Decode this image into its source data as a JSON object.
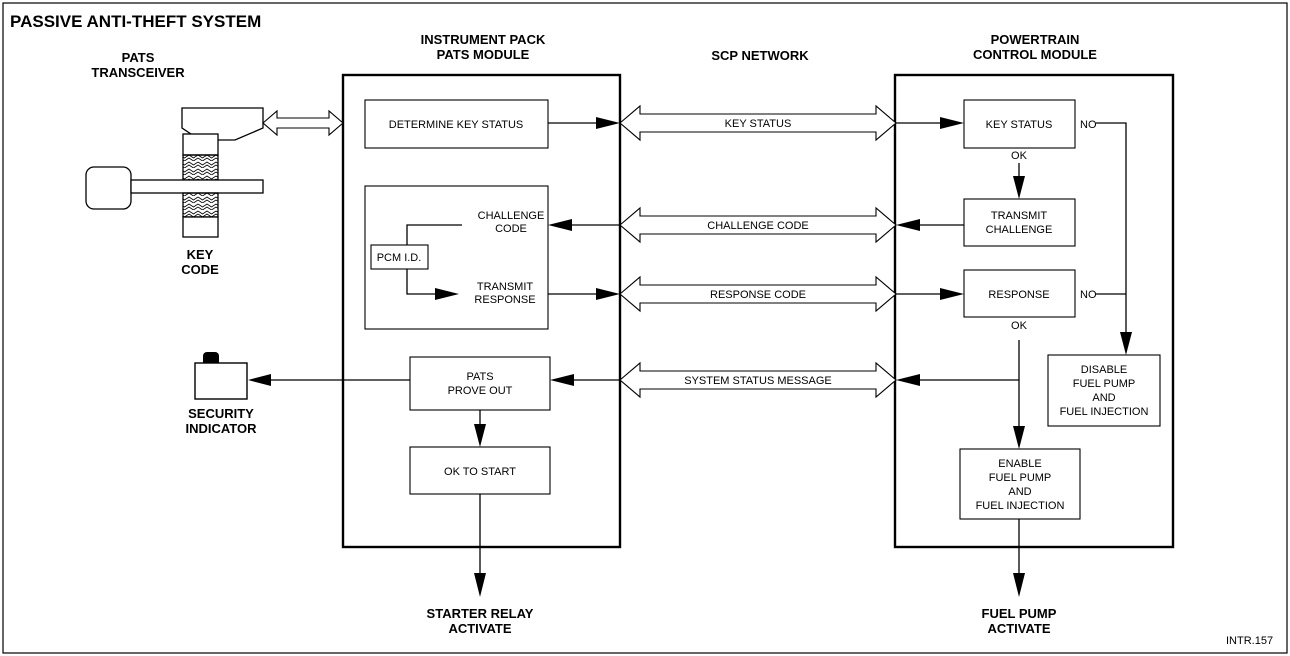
{
  "title": "PASSIVE ANTI-THEFT SYSTEM",
  "figure_ref": "INTR.157",
  "headings": {
    "transceiver": [
      "PATS",
      "TRANSCEIVER"
    ],
    "instrument_pack": [
      "INSTRUMENT PACK",
      "PATS MODULE"
    ],
    "scp_network": "SCP NETWORK",
    "pcm": [
      "POWERTRAIN",
      "CONTROL MODULE"
    ],
    "key_code": [
      "KEY",
      "CODE"
    ],
    "security_indicator": [
      "SECURITY",
      "INDICATOR"
    ],
    "starter_relay": [
      "STARTER RELAY",
      "ACTIVATE"
    ],
    "fuel_pump_activate": [
      "FUEL PUMP",
      "ACTIVATE"
    ]
  },
  "instrument_pack": {
    "determine_key_status": "DETERMINE KEY STATUS",
    "challenge_code": [
      "CHALLENGE",
      "CODE"
    ],
    "pcm_id": "PCM I.D.",
    "transmit_response": [
      "TRANSMIT",
      "RESPONSE"
    ],
    "pats_prove_out": [
      "PATS",
      "PROVE OUT"
    ],
    "ok_to_start": "OK TO START"
  },
  "network_messages": {
    "key_status": "KEY STATUS",
    "challenge_code": "CHALLENGE CODE",
    "response_code": "RESPONSE CODE",
    "system_status_message": "SYSTEM STATUS MESSAGE"
  },
  "pcm": {
    "key_status": "KEY STATUS",
    "transmit_challenge": [
      "TRANSMIT",
      "CHALLENGE"
    ],
    "response": "RESPONSE",
    "no_1": "NO",
    "no_2": "NO",
    "ok_1": "OK",
    "ok_2": "OK",
    "disable": [
      "DISABLE",
      "FUEL PUMP",
      "AND",
      "FUEL INJECTION"
    ],
    "enable": [
      "ENABLE",
      "FUEL PUMP",
      "AND",
      "FUEL INJECTION"
    ]
  }
}
